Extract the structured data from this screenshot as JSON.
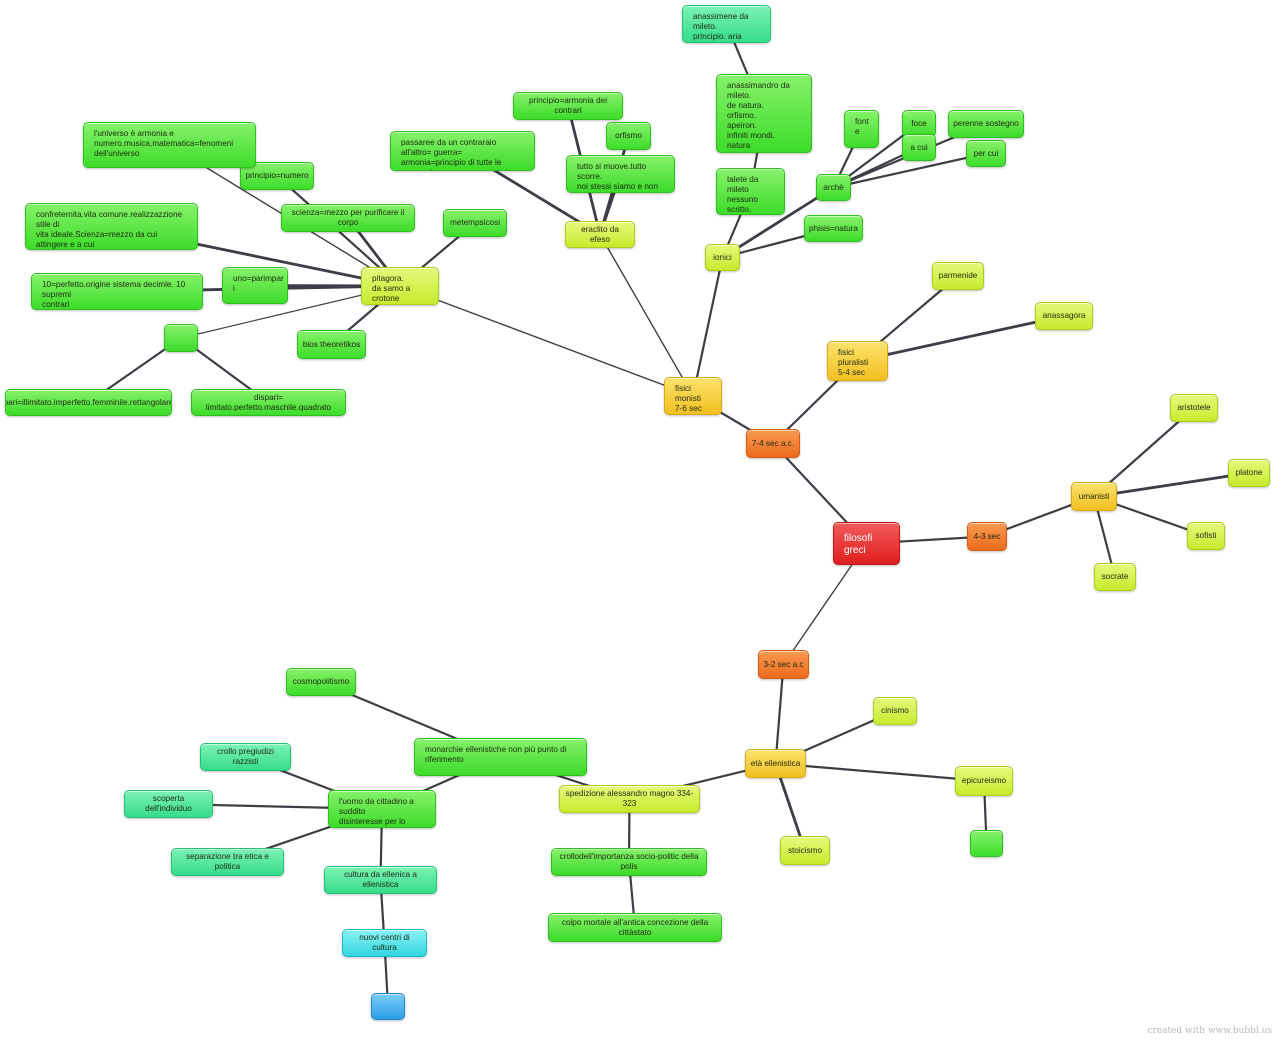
{
  "diagram": {
    "nodes": [
      {
        "id": "root",
        "text": "filosofi\ngreci",
        "color": "red"
      },
      {
        "id": "n74",
        "text": "7-4 sec a.c.",
        "color": "orange"
      },
      {
        "id": "n43",
        "text": "4-3 sec",
        "color": "orange"
      },
      {
        "id": "n32",
        "text": "3-2 sec a.c",
        "color": "orange"
      },
      {
        "id": "monisti",
        "text": "fisici monisti\n7-6 sec",
        "color": "yellow"
      },
      {
        "id": "pluralisti",
        "text": "fisici pluralisti\n5-4 sec",
        "color": "yellow"
      },
      {
        "id": "umanisti",
        "text": "umanisti",
        "color": "yellow"
      },
      {
        "id": "ellenistica",
        "text": "età ellenistica",
        "color": "yellow"
      },
      {
        "id": "parmenide",
        "text": "parmenide",
        "color": "lime"
      },
      {
        "id": "anassagora",
        "text": "anassagora",
        "color": "lime"
      },
      {
        "id": "aristotele",
        "text": "aristotele",
        "color": "lime"
      },
      {
        "id": "platone",
        "text": "platone",
        "color": "lime"
      },
      {
        "id": "sofisti",
        "text": "sofisti",
        "color": "lime"
      },
      {
        "id": "socrate",
        "text": "socrate",
        "color": "lime"
      },
      {
        "id": "cinismo",
        "text": "cinismo",
        "color": "lime"
      },
      {
        "id": "epicureismo",
        "text": "epicureismo",
        "color": "lime"
      },
      {
        "id": "epi_child",
        "text": "",
        "color": "green"
      },
      {
        "id": "stoicismo",
        "text": "stoicismo",
        "color": "lime"
      },
      {
        "id": "pitagora",
        "text": "pitagora.\nda samo a crotone",
        "color": "lime"
      },
      {
        "id": "eraclito",
        "text": "eraclito da efeso",
        "color": "lime"
      },
      {
        "id": "ionici",
        "text": "ionici",
        "color": "lime"
      },
      {
        "id": "spedizione",
        "text": "spedizione alessandro magno 334-323",
        "color": "lime"
      },
      {
        "id": "crollo_polis",
        "text": "crollodell'importanza socio-politic della polis",
        "color": "green"
      },
      {
        "id": "colpo",
        "text": "colpo mortale all'antica concezione della cittàstato",
        "color": "green"
      },
      {
        "id": "monarchie",
        "text": "monarchie ellenistiche non più punto di\nriferimento",
        "color": "green"
      },
      {
        "id": "cosmopolitismo",
        "text": "cosmopolitismo",
        "color": "green"
      },
      {
        "id": "uomo",
        "text": "l'uomo da cittadino a suddito\ndisinteresse per lo stato",
        "color": "green"
      },
      {
        "id": "crollo_pregiudizi",
        "text": "crollo pregiudizi razzisti",
        "color": "teal"
      },
      {
        "id": "scoperta",
        "text": "scoperta dell'individuo",
        "color": "teal"
      },
      {
        "id": "separazione",
        "text": "separazione tra etica e politica",
        "color": "teal"
      },
      {
        "id": "cultura",
        "text": "cultura da ellenica a ellenistica",
        "color": "teal"
      },
      {
        "id": "nuovi_centri",
        "text": "nuovi centri di cultura",
        "color": "cyan"
      },
      {
        "id": "blue_child",
        "text": "",
        "color": "blue"
      },
      {
        "id": "talete",
        "text": "talete da mileto\nnessuno scritto.\nprincipio acqua",
        "color": "green"
      },
      {
        "id": "phisis",
        "text": "phisis=natura",
        "color": "green"
      },
      {
        "id": "arche",
        "text": "archè",
        "color": "green"
      },
      {
        "id": "fonte",
        "text": "font\ne",
        "color": "green"
      },
      {
        "id": "foce",
        "text": "foce",
        "color": "green"
      },
      {
        "id": "perenne",
        "text": "perenne sostegno",
        "color": "green"
      },
      {
        "id": "acui",
        "text": "a cui",
        "color": "green"
      },
      {
        "id": "percui",
        "text": "per cui",
        "color": "green"
      },
      {
        "id": "anassimandro",
        "text": "anassimandro da mileto.\nde natura.\norfismo.\napeiron.\ninfiniti mondi.\nnatura",
        "color": "green"
      },
      {
        "id": "anassimene",
        "text": "anassimene da mileto.\nprincipio. aria infinita",
        "color": "teal"
      },
      {
        "id": "principio_armonia",
        "text": "principio=armonia dei contrari",
        "color": "green"
      },
      {
        "id": "orfismo",
        "text": "orfismo",
        "color": "green"
      },
      {
        "id": "passaree",
        "text": "passaree da un contraraio all'altro= guerra=\narmonia=principio di tutte le cose= alternanza",
        "color": "green"
      },
      {
        "id": "tutto",
        "text": "tutto si muove.tutto scorre.\nnoi stessi siamo e non siamo",
        "color": "green"
      },
      {
        "id": "metempsicosi",
        "text": "metempsicosi",
        "color": "green"
      },
      {
        "id": "scienza",
        "text": "scienza=mezzo per purificare il corpo",
        "color": "green"
      },
      {
        "id": "principio_numero",
        "text": "principio=numero",
        "color": "green"
      },
      {
        "id": "universo",
        "text": "l'universo è armonia e\nnumero.musica,matematica=fenomeni\ndell'universo",
        "color": "green"
      },
      {
        "id": "confraternita",
        "text": "confreternita.vita comune.realizzazzione stile di\nvita ideale.Scienza=mezzo da cui attingere e a cui\ndare incremento.dottrine segrete.filolao",
        "color": "green"
      },
      {
        "id": "dieci",
        "text": "10=perfetto.origine sistema decimle. 10 supremi\ncontrari",
        "color": "green"
      },
      {
        "id": "uno",
        "text": "uno=parimpar\ni",
        "color": "green"
      },
      {
        "id": "small_green",
        "text": "",
        "color": "green"
      },
      {
        "id": "pari",
        "text": "pari=illimitato.imperfetto.femminile.rettangolare",
        "color": "green"
      },
      {
        "id": "dispari",
        "text": "dispari= limitato.perfetto.maschile.quadrato",
        "color": "green"
      },
      {
        "id": "bios",
        "text": "bios theoretikos",
        "color": "green"
      }
    ]
  },
  "footer": "created with www.bubbl.us"
}
